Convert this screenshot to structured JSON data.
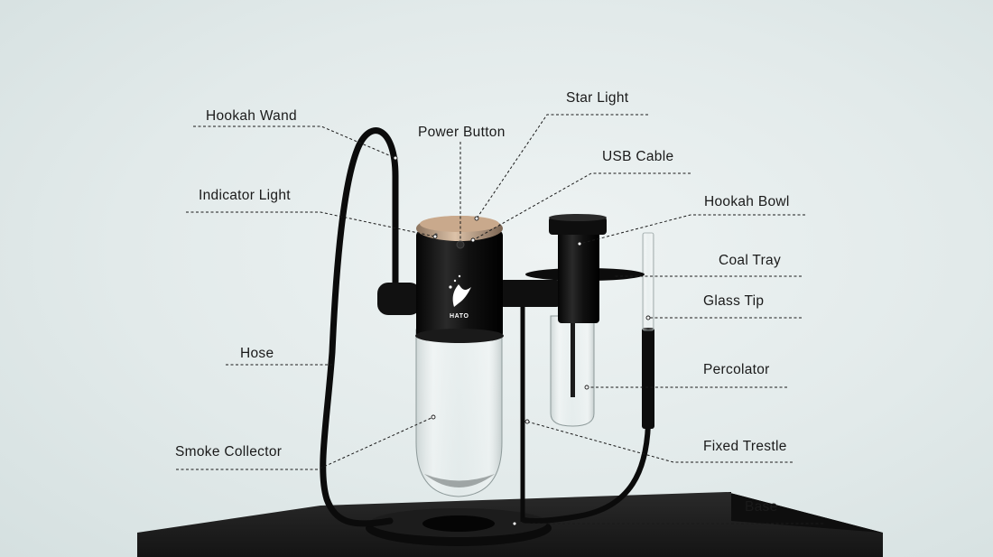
{
  "labels": {
    "hookah_wand": "Hookah Wand",
    "power_button": "Power Button",
    "star_light": "Star Light",
    "usb_cable": "USB Cable",
    "indicator_light": "Indicator Light",
    "hookah_bowl": "Hookah Bowl",
    "coal_tray": "Coal Tray",
    "glass_tip": "Glass Tip",
    "hose": "Hose",
    "percolator": "Percolator",
    "smoke_collector": "Smoke Collector",
    "fixed_trestle": "Fixed Trestle",
    "base": "Base"
  },
  "brand_text": "HATO",
  "colors": {
    "background": "#e2eaea",
    "device_body": "#0d0d0d",
    "cap": "#c9a98c",
    "leader_line": "#1a1a1a",
    "table": "#1b1b1b"
  }
}
